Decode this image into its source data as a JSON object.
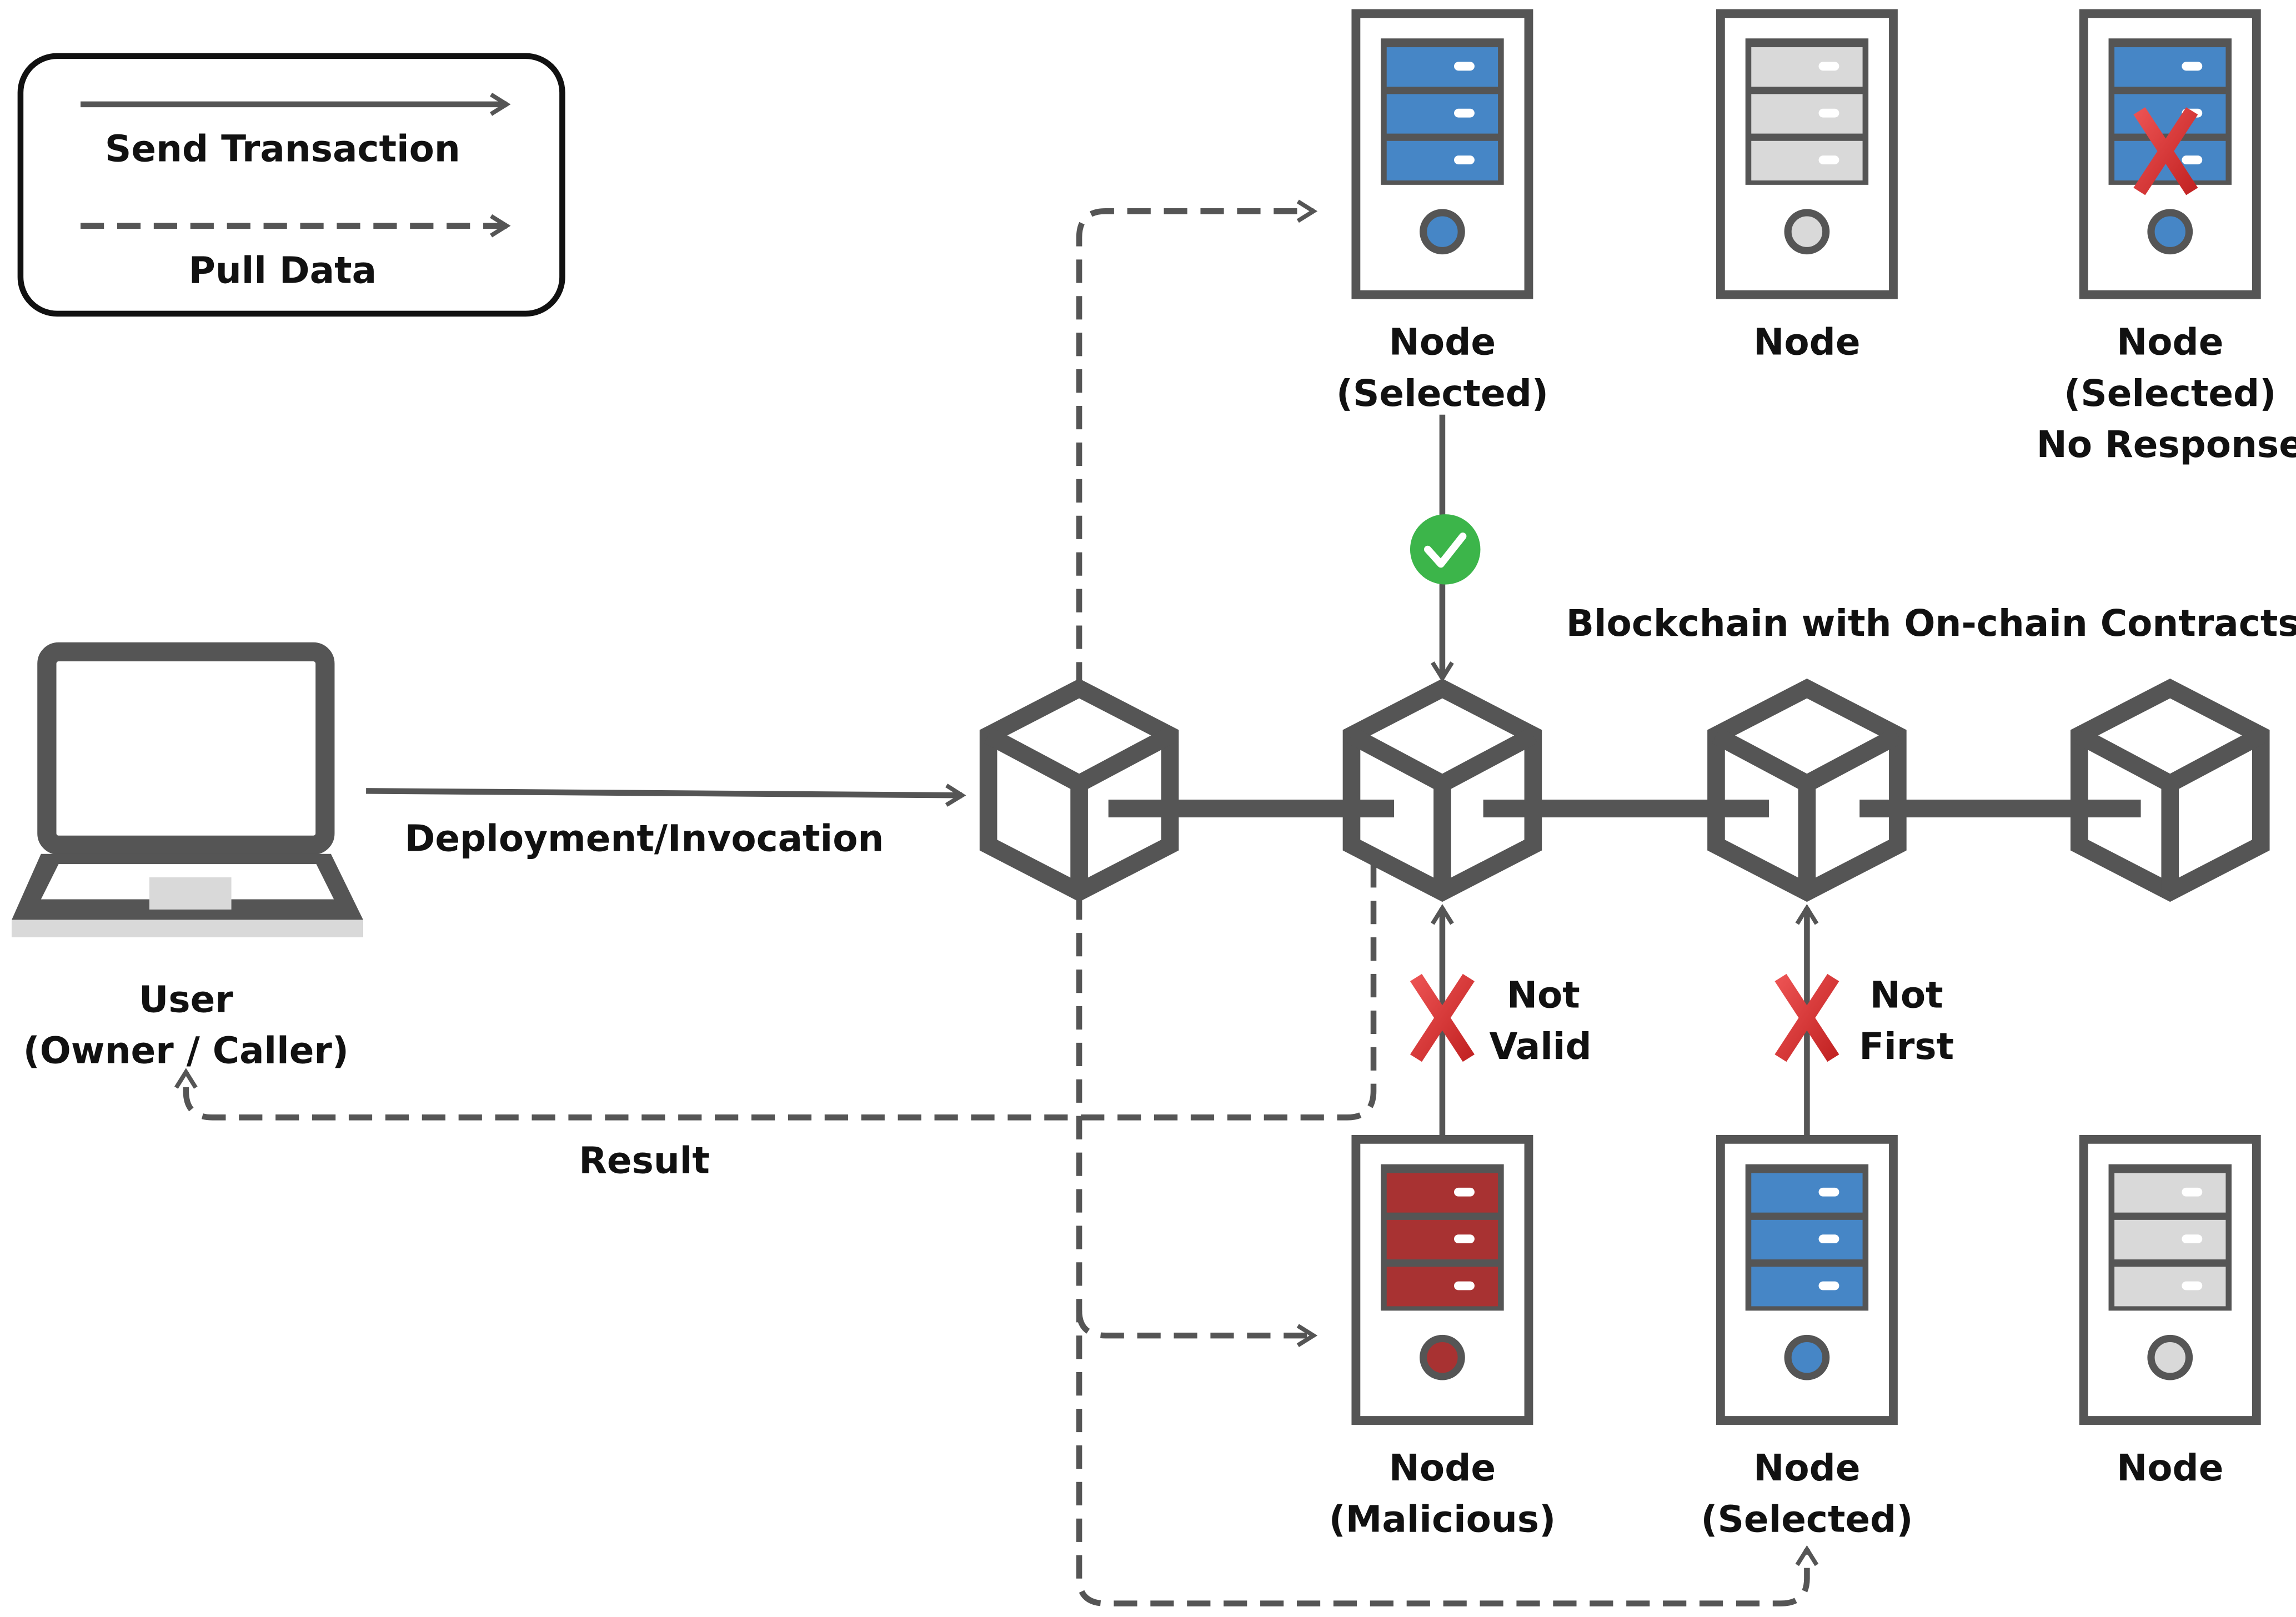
{
  "colors": {
    "stroke": "#555555",
    "selected": "#4686c6",
    "idle": "#d9d9d9",
    "malicious": "#a83232",
    "ok": "#3cb54a",
    "reject": "#e04a4a"
  },
  "legend": {
    "send_transaction": "Send Transaction",
    "pull_data": "Pull Data"
  },
  "user": {
    "line1": "User",
    "line2": "(Owner / Caller)"
  },
  "labels": {
    "deployment": "Deployment/Invocation",
    "result": "Result",
    "blockchain": "Blockchain with On-chain Contracts",
    "not_valid_1": "Not",
    "not_valid_2": "Valid",
    "not_first_1": "Not",
    "not_first_2": "First"
  },
  "nodes_top": [
    {
      "lines": [
        "Node",
        "(Selected)"
      ],
      "state": "selected",
      "icon": "server-icon"
    },
    {
      "lines": [
        "Node"
      ],
      "state": "idle",
      "icon": "server-icon"
    },
    {
      "lines": [
        "Node",
        "(Selected)",
        "No Response"
      ],
      "state": "selected",
      "icon": "server-icon",
      "marked": "x-mark-icon"
    }
  ],
  "nodes_bottom": [
    {
      "lines": [
        "Node",
        "(Malicious)"
      ],
      "state": "malicious",
      "icon": "server-icon"
    },
    {
      "lines": [
        "Node",
        "(Selected)"
      ],
      "state": "selected",
      "icon": "server-icon"
    },
    {
      "lines": [
        "Node"
      ],
      "state": "idle",
      "icon": "server-icon"
    }
  ],
  "blocks": 4
}
